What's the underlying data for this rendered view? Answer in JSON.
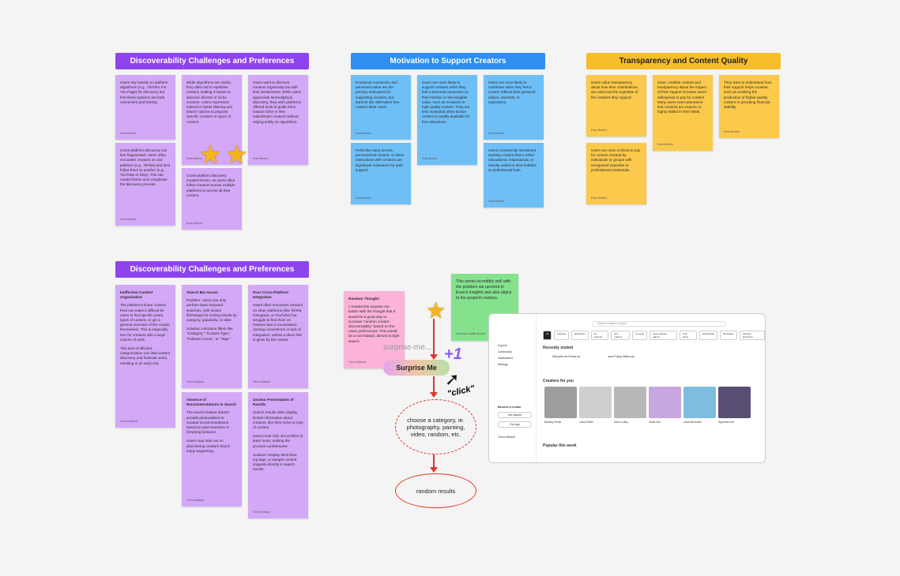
{
  "headers": {
    "h1": "Discoverability Challenges and Preferences",
    "h2": "Motivation to Support Creators",
    "h3": "Transparency and Content Quality",
    "h4": "Discoverability Challenges and Preferences"
  },
  "stickies": {
    "p1": "Users rely heavily on platform algorithms (e.g., TikTok's For You Page) for discovery but feel these systems are both convenient and limiting.",
    "p2": "While algorithms are useful, they often led to repetitive content, making it harder to discover diverse or niche creators. Users expressed interest in better filtering and search options to pinpoint specific creators or types of content.",
    "p3": "Users want to discover creators organically but with less randomness: While users appreciate serendipitous discovery, they wish platforms offered tools to guide them toward niche or less mainstream creators without relying solely on algorithms.",
    "p4": "Cross-platform discovery can feel fragmented: Users often encounter creators on one platform (e.g., TikTok) and then follow them to another (e.g., YouTube or Etsy). This can create friction and complicate the discovery process.",
    "p5": "Cross-platform discovery creates friction, as users often follow creators across multiple platforms to access all their content.",
    "b1": "Emotional connection and perceived value are the primary motivators for supporting creators, but barriers like alternative free content deter users.",
    "b2": "Users are more likely to support creators when they feel a personal connection to their mission or see tangible value, such as exclusive or high-quality content. They are less motivated when similar content is readily available for free elsewhere.",
    "b3": "Users are more likely to contribute when they feel a creator reflects their personal values, interests, or aspirations.",
    "b4": "Perks like early access, personalized content, or direct interactions with creators are significant motivators for paid support.",
    "b5": "Users consistently mentioned seeking content that is either educational, inspirational, or directly useful to their hobbies or professional lives.",
    "y1": "Users value transparency about how their contributions are used and the expertise of the creators they support.",
    "y2": "Clear, credible content and transparency about the impact of their support increase users' willingness to pay for content. Many users want assurance that creators are experts or highly skilled in their fields.",
    "y3": "They want to understand how their support helps creators, such as enabling the production of higher-quality content or providing financial stability.",
    "y4": "Users are more inclined to pay for content created by individuals or groups with recognized expertise or professional credentials.",
    "q1_title": "Ineffective Content Organization",
    "q1": "The platform's linear content feed can make it difficult for users to find specific posts, types of content, or get a general overview of the creator themselves. This is especially true for creators with a large volume of work.",
    "q1b": "This lack of efficient categorization can limit content discovery and frustrate users, resulting in an early exit.",
    "q2_title": "Search Bar Issues",
    "q2": "Problem: Users can only perform basic keyword searches, with limited filters/tags for sorting results by category, popularity, or date.",
    "q2b": "Solution: Introduce filters like \"Category,\" \"Content Type,\" \"Follower Count,\" or \"Tags.\"",
    "q3_title": "Poor Cross-Platform Integration",
    "q3": "Users often encounter creators on other platforms (like TikTok, Instagram, or YouTube) but struggle to find them on Patreon due to inconsistent naming conventions or lack of integration, unless a direct link is given by the creator",
    "q4_title": "Absence of Recommendations in Search",
    "q4": "The search feature doesn't provide personalized or curated recommendations based on past searches or browsing behavior.",
    "q4b": "Users may miss out on discovering creators they'd enjoy supporting.",
    "q5_title": "Unclear Presentation of Results",
    "q5": "Search results often display limited information about creators, like their niche or type of content.",
    "q5b": "Users must click into profiles to learn more, making the process cumbersome.",
    "q5c": "Solution: Display short bios, top tags, or sample content snippets directly in search results.",
    "pink_title": "Random Thought:",
    "pink": "I created this surprise me button with the thought that it would be a good way to increase \"random creator discoverability\" based on the users preferences. This would be a non-biased, almost ai style search.",
    "green": "This works incredibly well with the problem we upvoted in Evan's insights and also aligns to the project's metrics."
  },
  "authors": {
    "evan": "Evan Boehm",
    "trevor": "Trevor Ballard",
    "veronica": "Veronica Castillo Acuna"
  },
  "flow": {
    "button": "Surprise Me",
    "ghost": "surprise-me...",
    "plus": "+1",
    "click": "\"click\"",
    "choose": "choose a category, ie. photography, painting, video, random, etc.",
    "results": "random results"
  },
  "proto": {
    "search": "Search creators or topics",
    "chips": [
      "All",
      "Painting",
      "Education",
      "Art tutorials",
      "Pen makers",
      "Comedy",
      "Story-playing games",
      "True crime",
      "Handicrafts",
      "Illustration",
      "Abstract animation"
    ],
    "nav": [
      "Explore",
      "Community",
      "Notifications",
      "Settings"
    ],
    "recent_title": "Recently visited",
    "recent": [
      "Silhouette the Painter Art",
      "Janet Pulsky Watercolor"
    ],
    "creators_title": "Creators for you",
    "creators": [
      "Bethany Fields",
      "Laura Pulles",
      "Dario Coffey",
      "Tessa Fair",
      "Anna Bernhardt",
      "Spjo Ardor Art"
    ],
    "popular_title": "Popular this week",
    "become": "Become a creator",
    "getstarted": "Get started",
    "getapp": "Get app",
    "user": "Trevor Ballard"
  }
}
